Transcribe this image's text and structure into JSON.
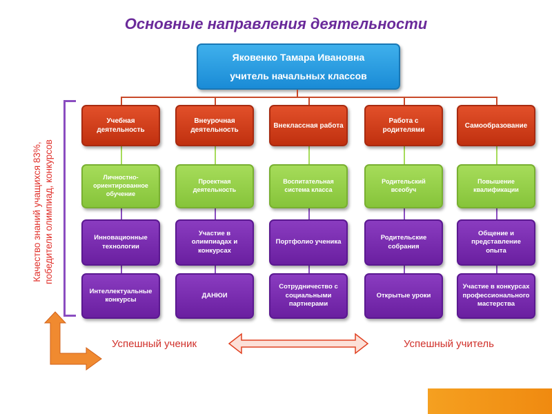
{
  "title": "Основные направления деятельности",
  "head": {
    "name": "Яковенко Тамара Ивановна",
    "role": "учитель начальных классов"
  },
  "columns": [
    {
      "red": "Учебная деятельность",
      "green": "Личностно-ориентированное обучение",
      "p1": "Инновационные технологии",
      "p2": "Интеллектуальные конкурсы"
    },
    {
      "red": "Внеурочная деятельность",
      "green": "Проектная деятельность",
      "p1": "Участие в олимпиадах и конкурсах",
      "p2": "ДАНЮИ"
    },
    {
      "red": "Внеклассная работа",
      "green": "Воспитательная система класса",
      "p1": "Портфолио ученика",
      "p2": "Сотрудничество с социальными партнерами"
    },
    {
      "red": "Работа с родителями",
      "green": "Родительский всеобуч",
      "p1": "Родительские собрания",
      "p2": "Открытые уроки"
    },
    {
      "red": "Самообразование",
      "green": "Повышение квалификации",
      "p1": "Общение и представление опыта",
      "p2": "Участие в конкурсах профессионального мастерства"
    }
  ],
  "side_text": {
    "line1": "Качество знаний учащихся 83%,",
    "line2": "победители олимпиад, конкурсов"
  },
  "footer": {
    "left": "Успешный ученик",
    "right": "Успешный учитель"
  },
  "colors": {
    "title": "#6a2a9a",
    "red": "#d0401c",
    "green": "#96d04a",
    "purple": "#7a2cb0",
    "blue": "#2a9ee2",
    "accent": "#f5a020"
  }
}
